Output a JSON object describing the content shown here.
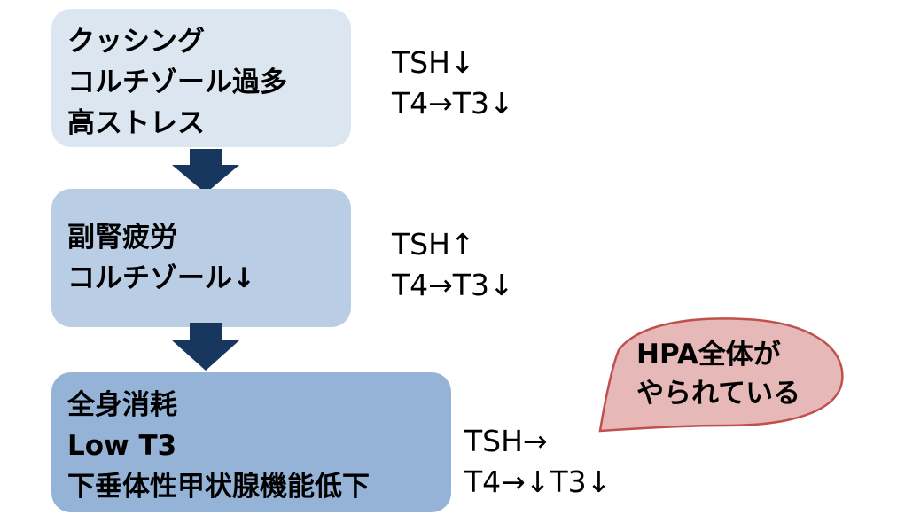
{
  "boxes": [
    {
      "lines": [
        "クッシング",
        "コルチゾール過多",
        "高ストレス"
      ]
    },
    {
      "lines": [
        "副腎疲労",
        "コルチゾール↓"
      ]
    },
    {
      "lines": [
        "全身消耗",
        "Low T3",
        "下垂体性甲状腺機能低下"
      ]
    }
  ],
  "notes": [
    {
      "lines": [
        "TSH↓",
        "T4→T3↓"
      ]
    },
    {
      "lines": [
        "TSH↑",
        "T4→T3↓"
      ]
    },
    {
      "lines": [
        "TSH→",
        "T4→↓T3↓"
      ]
    }
  ],
  "callout": {
    "lines": [
      "HPA全体が",
      "やられている"
    ]
  },
  "colors": {
    "box1": "#dce6f1",
    "box2": "#b9cde5",
    "box3": "#95b3d7",
    "arrow": "#17375e",
    "callout_fill": "#e6b8b7",
    "callout_stroke": "#c0504d"
  }
}
